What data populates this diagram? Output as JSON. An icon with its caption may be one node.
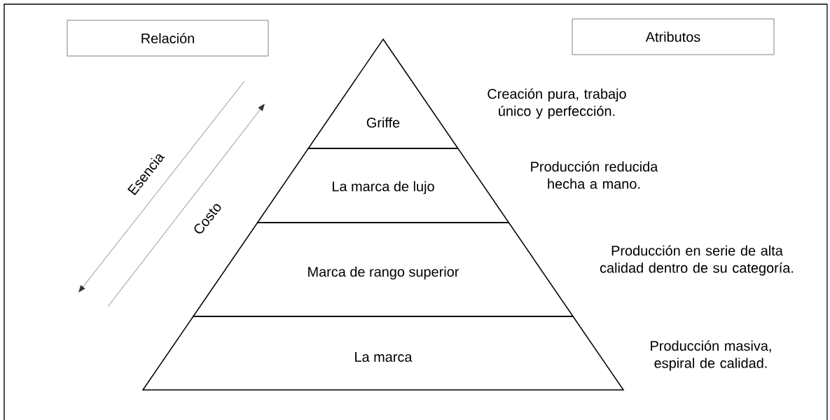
{
  "diagram": {
    "nodes": [
      {
        "text": [
          "Relación"
        ]
      },
      {
        "text": [
          "Atributos"
        ]
      },
      {
        "text": [
          "Griffe"
        ],
        "beside": [
          "Creación pura, trabajo único y perfección."
        ]
      },
      {
        "text": [
          "La marca de lujo"
        ],
        "beside": [
          "Producción reducida hecha a mano."
        ]
      },
      {
        "text": [
          "Marca de rango superior"
        ],
        "beside": [
          "Producción en serie de alta calidad dentro de su categoría."
        ]
      },
      {
        "text": [
          "La marca"
        ],
        "beside": [
          "Producción masiva, espiral de calidad."
        ]
      }
    ],
    "labels": [
      "Esencia",
      "Costo"
    ]
  }
}
